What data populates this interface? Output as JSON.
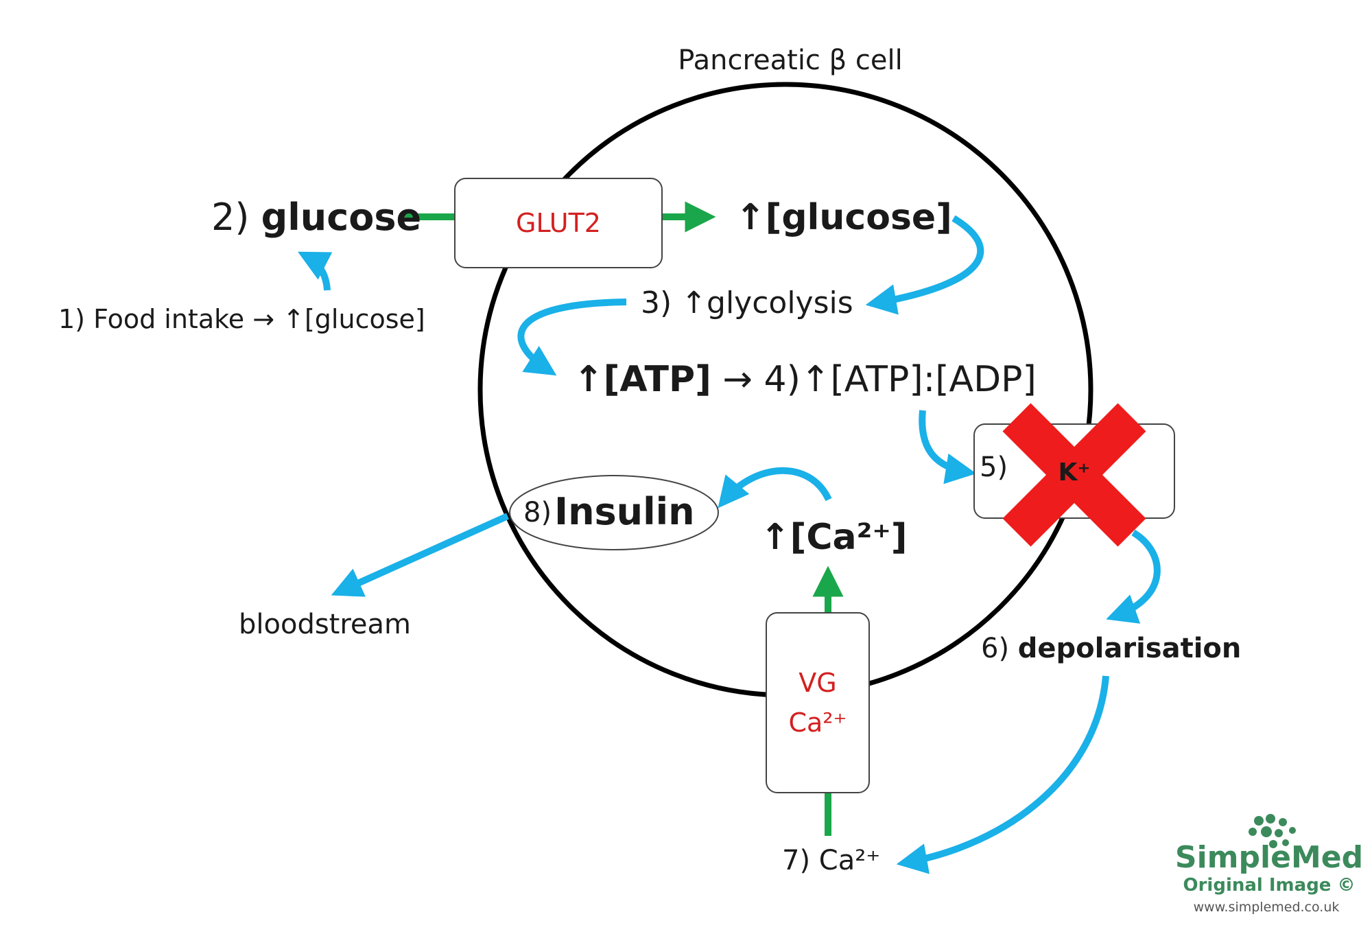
{
  "colors": {
    "membrane": "#000000",
    "flow_arrow": "#1ab0e8",
    "channel_arrow": "#1aa64a",
    "blocked_cross": "#ee1c1c",
    "channel_label": "#d42020",
    "logo_text": "#3c8a5c"
  },
  "diagram": {
    "cell_title": "Pancreatic β cell",
    "step1": "1) Food intake → ↑[glucose]",
    "step2_num": "2)",
    "step2_word": "glucose",
    "glut2_label": "GLUT2",
    "inner_glucose": "↑[glucose]",
    "step3": "3) ↑glycolysis",
    "atp": "↑[ATP]",
    "step4": "→ 4)↑[ATP]:[ADP]",
    "step5": "5)",
    "k_channel": "K⁺",
    "step6_num": "6)",
    "step6_word": "depolarisation",
    "vg_line1": "VG",
    "vg_line2": "Ca²⁺",
    "step7": "7) Ca²⁺",
    "calcium": "↑[Ca²⁺]",
    "step8_num": "8)",
    "step8_word": "Insulin",
    "bloodstream": "bloodstream",
    "k_channel_state": "blocked",
    "blocked_icon": "red-cross-icon"
  },
  "watermark": {
    "brand": "SimpleMed",
    "subtitle": "Original Image ©",
    "url": "www.simplemed.co.uk",
    "logo_icon": "molecule-dots-icon"
  }
}
